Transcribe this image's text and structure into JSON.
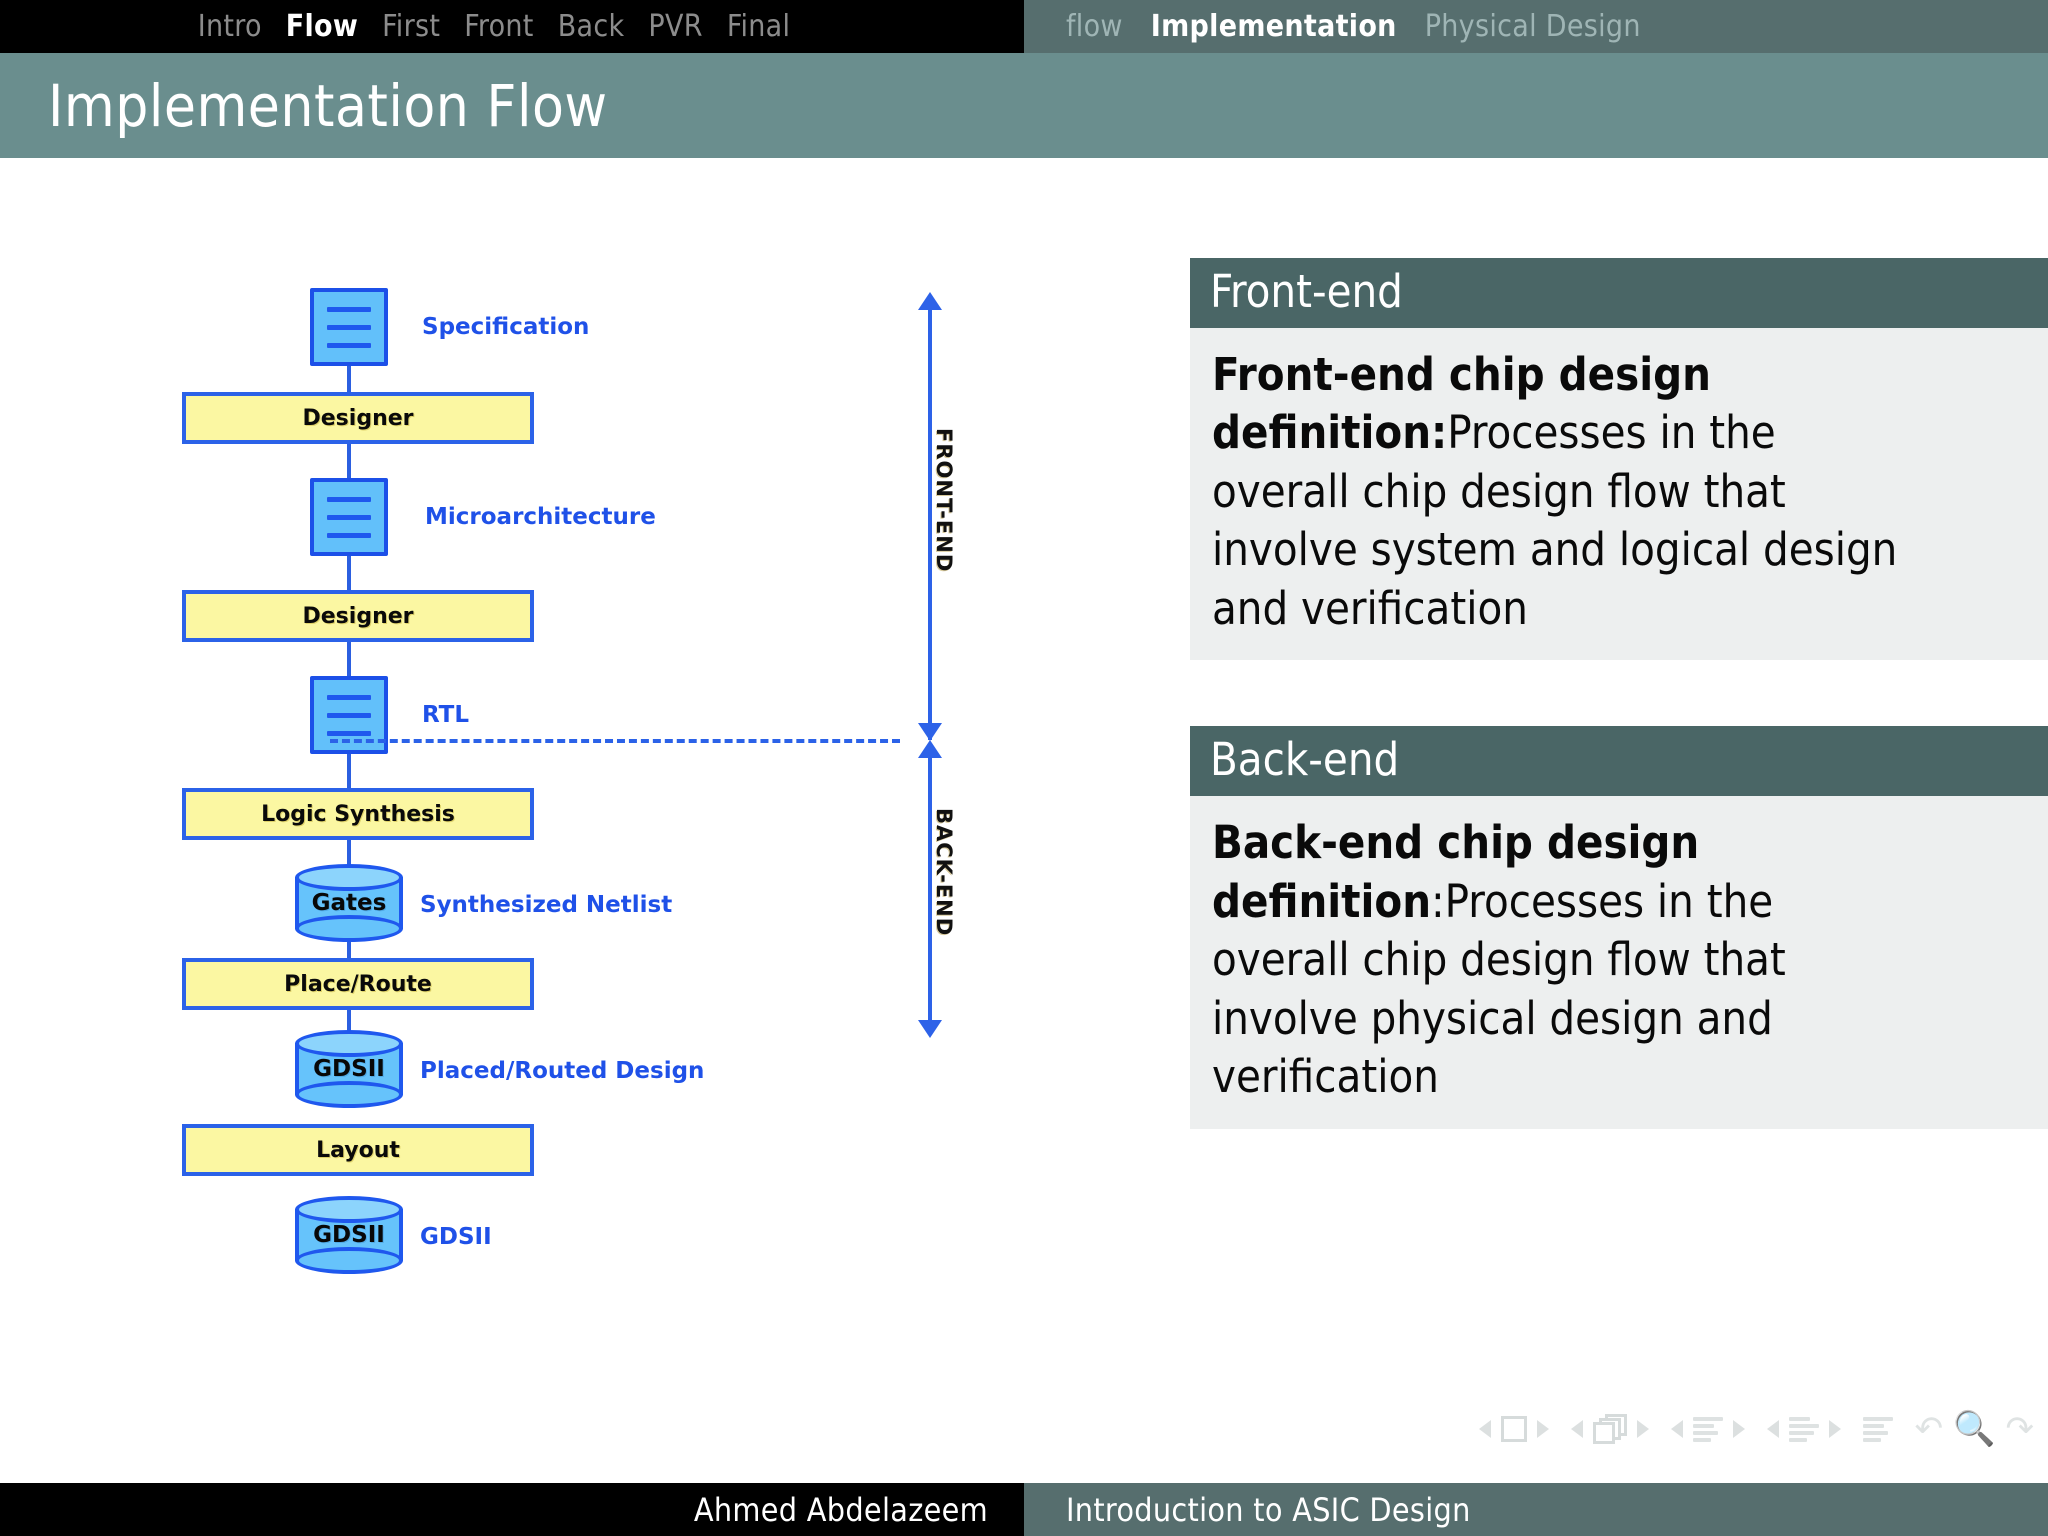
{
  "nav": {
    "left_items": [
      {
        "label": "Intro",
        "active": false
      },
      {
        "label": "Flow",
        "active": true
      },
      {
        "label": "First",
        "active": false
      },
      {
        "label": "Front",
        "active": false
      },
      {
        "label": "Back",
        "active": false
      },
      {
        "label": "PVR",
        "active": false
      },
      {
        "label": "Final",
        "active": false
      }
    ],
    "right_items": [
      {
        "label": "flow",
        "active": false
      },
      {
        "label": "Implementation",
        "active": true
      },
      {
        "label": "Physical Design",
        "active": false
      }
    ]
  },
  "title": "Implementation Flow",
  "diagram": {
    "nodes": [
      {
        "kind": "doc",
        "label": "",
        "caption": "Specification"
      },
      {
        "kind": "proc",
        "label": "Designer",
        "caption": ""
      },
      {
        "kind": "doc",
        "label": "",
        "caption": "Microarchitecture"
      },
      {
        "kind": "proc",
        "label": "Designer",
        "caption": ""
      },
      {
        "kind": "doc",
        "label": "",
        "caption": "RTL"
      },
      {
        "kind": "proc",
        "label": "Logic Synthesis",
        "caption": ""
      },
      {
        "kind": "cyl",
        "label": "Gates",
        "caption": "Synthesized Netlist"
      },
      {
        "kind": "proc",
        "label": "Place/Route",
        "caption": ""
      },
      {
        "kind": "cyl",
        "label": "GDSII",
        "caption": "Placed/Routed Design"
      },
      {
        "kind": "proc",
        "label": "Layout",
        "caption": ""
      },
      {
        "kind": "cyl",
        "label": "GDSII",
        "caption": "GDSII"
      }
    ],
    "axis_labels": {
      "front": "FRONT-END",
      "back": "BACK-END"
    },
    "colors": {
      "doc_fill": "#62C0FA",
      "proc_fill": "#FBF7A2",
      "outline": "#1F58EE",
      "caption": "#1F51E8"
    }
  },
  "blocks": [
    {
      "title": "Front-end",
      "lines": [
        {
          "bold": "Front-end chip design",
          "rest": ""
        },
        {
          "bold": "definition:",
          "rest": "Processes in the"
        },
        {
          "bold": "",
          "rest": "overall chip design flow that"
        },
        {
          "bold": "",
          "rest": "involve system and logical design"
        },
        {
          "bold": "",
          "rest": "and verification"
        }
      ]
    },
    {
      "title": "Back-end",
      "lines": [
        {
          "bold": "Back-end chip design",
          "rest": ""
        },
        {
          "bold": "definition",
          "rest": ":Processes in the"
        },
        {
          "bold": "",
          "rest": "overall chip design flow that"
        },
        {
          "bold": "",
          "rest": "involve physical design and"
        },
        {
          "bold": "",
          "rest": "verification"
        }
      ]
    }
  ],
  "footer": {
    "author": "Ahmed Abdelazeem",
    "subject": "Introduction to ASIC Design"
  },
  "nav_symbols": [
    "slide-prev-icon",
    "slide-icon",
    "slide-next-icon",
    "frame-prev-icon",
    "frame-icon",
    "frame-next-icon",
    "subsection-prev-icon",
    "subsection-icon",
    "subsection-next-icon",
    "section-prev-icon",
    "section-icon",
    "section-next-icon",
    "document-icon",
    "back-icon",
    "search-icon",
    "forward-icon"
  ],
  "theme": {
    "nav_teal": "#566E6E",
    "title_teal": "#6A8E8E",
    "block_title_bg": "#4A6666",
    "block_body_bg": "#EDEFEF"
  }
}
